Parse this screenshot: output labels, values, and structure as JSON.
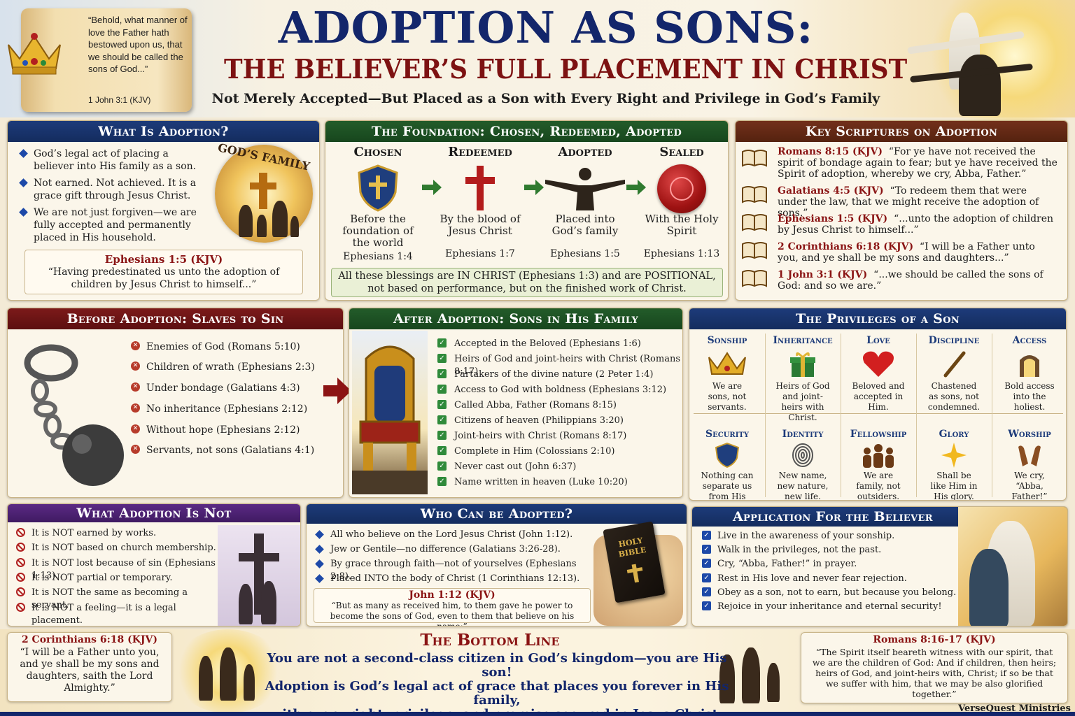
{
  "header": {
    "title": "ADOPTION AS SONS:",
    "subtitle": "THE BELIEVER’S FULL PLACEMENT IN CHRIST",
    "tagline": "Not Merely Accepted—But Placed as a Son with Every Right and Privilege in God’s Family",
    "scroll_quote": "“Behold, what manner of love the Father hath bestowed upon us, that we should be called the sons of God...”",
    "scroll_ref": "1 John 3:1 (KJV)"
  },
  "what_is": {
    "title": "What Is Adoption?",
    "items": [
      "God’s legal act of placing a believer into His family as a son.",
      "Not earned. Not achieved. It is a grace gift through Jesus Christ.",
      "We are not just forgiven—we are fully accepted and permanently placed in His household."
    ],
    "badge": "GOD’S FAMILY",
    "ref": "Ephesians 1:5 (KJV)",
    "quote": "“Having predestinated us unto the adoption of children by Jesus Christ to himself...”"
  },
  "foundation": {
    "title": "The Foundation: Chosen, Redeemed, Adopted",
    "steps": [
      {
        "label": "Chosen",
        "desc": "Before the foundation of the world",
        "ref": "Ephesians 1:4"
      },
      {
        "label": "Redeemed",
        "desc": "By the blood of Jesus Christ",
        "ref": "Ephesians 1:7"
      },
      {
        "label": "Adopted",
        "desc": "Placed into God’s family",
        "ref": "Ephesians 1:5"
      },
      {
        "label": "Sealed",
        "desc": "With the Holy Spirit",
        "ref": "Ephesians 1:13"
      }
    ],
    "note": "All these blessings are IN CHRIST (Ephesians 1:3) and are POSITIONAL, not based on performance, but on the finished work of Christ."
  },
  "scriptures": {
    "title": "Key Scriptures on Adoption",
    "items": [
      {
        "ref": "Romans 8:15 (KJV)",
        "text": "“For ye have not received the spirit of bondage again to fear; but ye have received the Spirit of adoption, whereby we cry, Abba, Father.”"
      },
      {
        "ref": "Galatians 4:5 (KJV)",
        "text": "“To redeem them that were under the law, that we might receive the adoption of sons.”"
      },
      {
        "ref": "Ephesians 1:5 (KJV)",
        "text": "“...unto the adoption of children by Jesus Christ to himself...”"
      },
      {
        "ref": "2 Corinthians 6:18 (KJV)",
        "text": "“I will be a Father unto you, and ye shall be my sons and daughters...”"
      },
      {
        "ref": "1 John 3:1 (KJV)",
        "text": "“...we should be called the sons of God: and so we are.”"
      }
    ]
  },
  "before": {
    "title": "Before Adoption: Slaves to Sin",
    "items": [
      "Enemies of God (Romans 5:10)",
      "Children of wrath (Ephesians 2:3)",
      "Under bondage (Galatians 4:3)",
      "No inheritance (Ephesians 2:12)",
      "Without hope (Ephesians 2:12)",
      "Servants, not sons (Galatians 4:1)"
    ]
  },
  "after": {
    "title": "After Adoption: Sons in His Family",
    "items": [
      "Accepted in the Beloved (Ephesians 1:6)",
      "Heirs of God and joint-heirs with Christ (Romans 8:17)",
      "Partakers of the divine nature (2 Peter 1:4)",
      "Access to God with boldness (Ephesians 3:12)",
      "Called Abba, Father (Romans 8:15)",
      "Citizens of heaven (Philippians 3:20)",
      "Joint-heirs with Christ (Romans 8:17)",
      "Complete in Him (Colossians 2:10)",
      "Never cast out (John 6:37)",
      "Name written in heaven (Luke 10:20)"
    ]
  },
  "privileges": {
    "title": "The Privileges of a Son",
    "items": [
      {
        "title": "Sonship",
        "desc": "We are sons, not servants.",
        "icon": "crown-icon"
      },
      {
        "title": "Inheritance",
        "desc": "Heirs of God and joint-heirs with Christ.",
        "icon": "gift-icon"
      },
      {
        "title": "Love",
        "desc": "Beloved and accepted in Him.",
        "icon": "heart-icon"
      },
      {
        "title": "Discipline",
        "desc": "Chastened as sons, not condemned.",
        "icon": "rod-icon"
      },
      {
        "title": "Access",
        "desc": "Bold access into the holiest.",
        "icon": "door-icon"
      },
      {
        "title": "Security",
        "desc": "Nothing can separate us from His love.",
        "icon": "shield-icon"
      },
      {
        "title": "Identity",
        "desc": "New name, new nature, new life.",
        "icon": "fingerprint-icon"
      },
      {
        "title": "Fellowship",
        "desc": "We are family, not outsiders.",
        "icon": "family-icon"
      },
      {
        "title": "Glory",
        "desc": "Shall be like Him in His glory.",
        "icon": "star-icon"
      },
      {
        "title": "Worship",
        "desc": "We cry, “Abba, Father!”",
        "icon": "hands-icon"
      }
    ]
  },
  "not": {
    "title": "What Adoption Is Not",
    "items": [
      "It is NOT earned by works.",
      "It is NOT based on church membership.",
      "It is NOT lost because of sin (Ephesians 1:13).",
      "It is NOT partial or temporary.",
      "It is NOT the same as becoming a servant.",
      "It is NOT a feeling—it is a legal placement."
    ]
  },
  "who": {
    "title": "Who Can be Adopted?",
    "items": [
      "All who believe on the Lord Jesus Christ (John 1:12).",
      "Jew or Gentile—no difference (Galatians 3:26-28).",
      "By grace through faith—not of yourselves (Ephesians 2:8).",
      "Placed INTO the body of Christ (1 Corinthians 12:13)."
    ],
    "bible_label": "HOLY BIBLE",
    "ref": "John 1:12 (KJV)",
    "quote": "“But as many as received him, to them gave he power to become the sons of God, even to them that believe on his name:”"
  },
  "application": {
    "title": "Application For the Believer",
    "items": [
      "Live in the awareness of your sonship.",
      "Walk in the privileges, not the past.",
      "Cry, “Abba, Father!” in prayer.",
      "Rest in His love and never fear rejection.",
      "Obey as a son, not to earn, but because you belong.",
      "Rejoice in your inheritance and eternal security!"
    ]
  },
  "bottom": {
    "left_ref": "2 Corinthians 6:18 (KJV)",
    "left_quote": "“I will be a Father unto you, and ye shall be my sons and daughters, saith the Lord Almighty.”",
    "title": "The Bottom Line",
    "lines": [
      "You are not a second-class citizen in God’s kingdom—you are His son!",
      "Adoption is God’s legal act of grace that places you forever in His family,",
      "with every right, privilege, and promise secured in Jesus Christ."
    ],
    "right_ref": "Romans 8:16-17 (KJV)",
    "right_quote": "“The Spirit itself beareth witness with our spirit, that we are the children of God: And if children, then heirs; heirs of God, and joint-heirs with, Christ; if so be that we suffer with him, that we may be also glorified together.”",
    "credit": "VerseQuest Ministries"
  }
}
